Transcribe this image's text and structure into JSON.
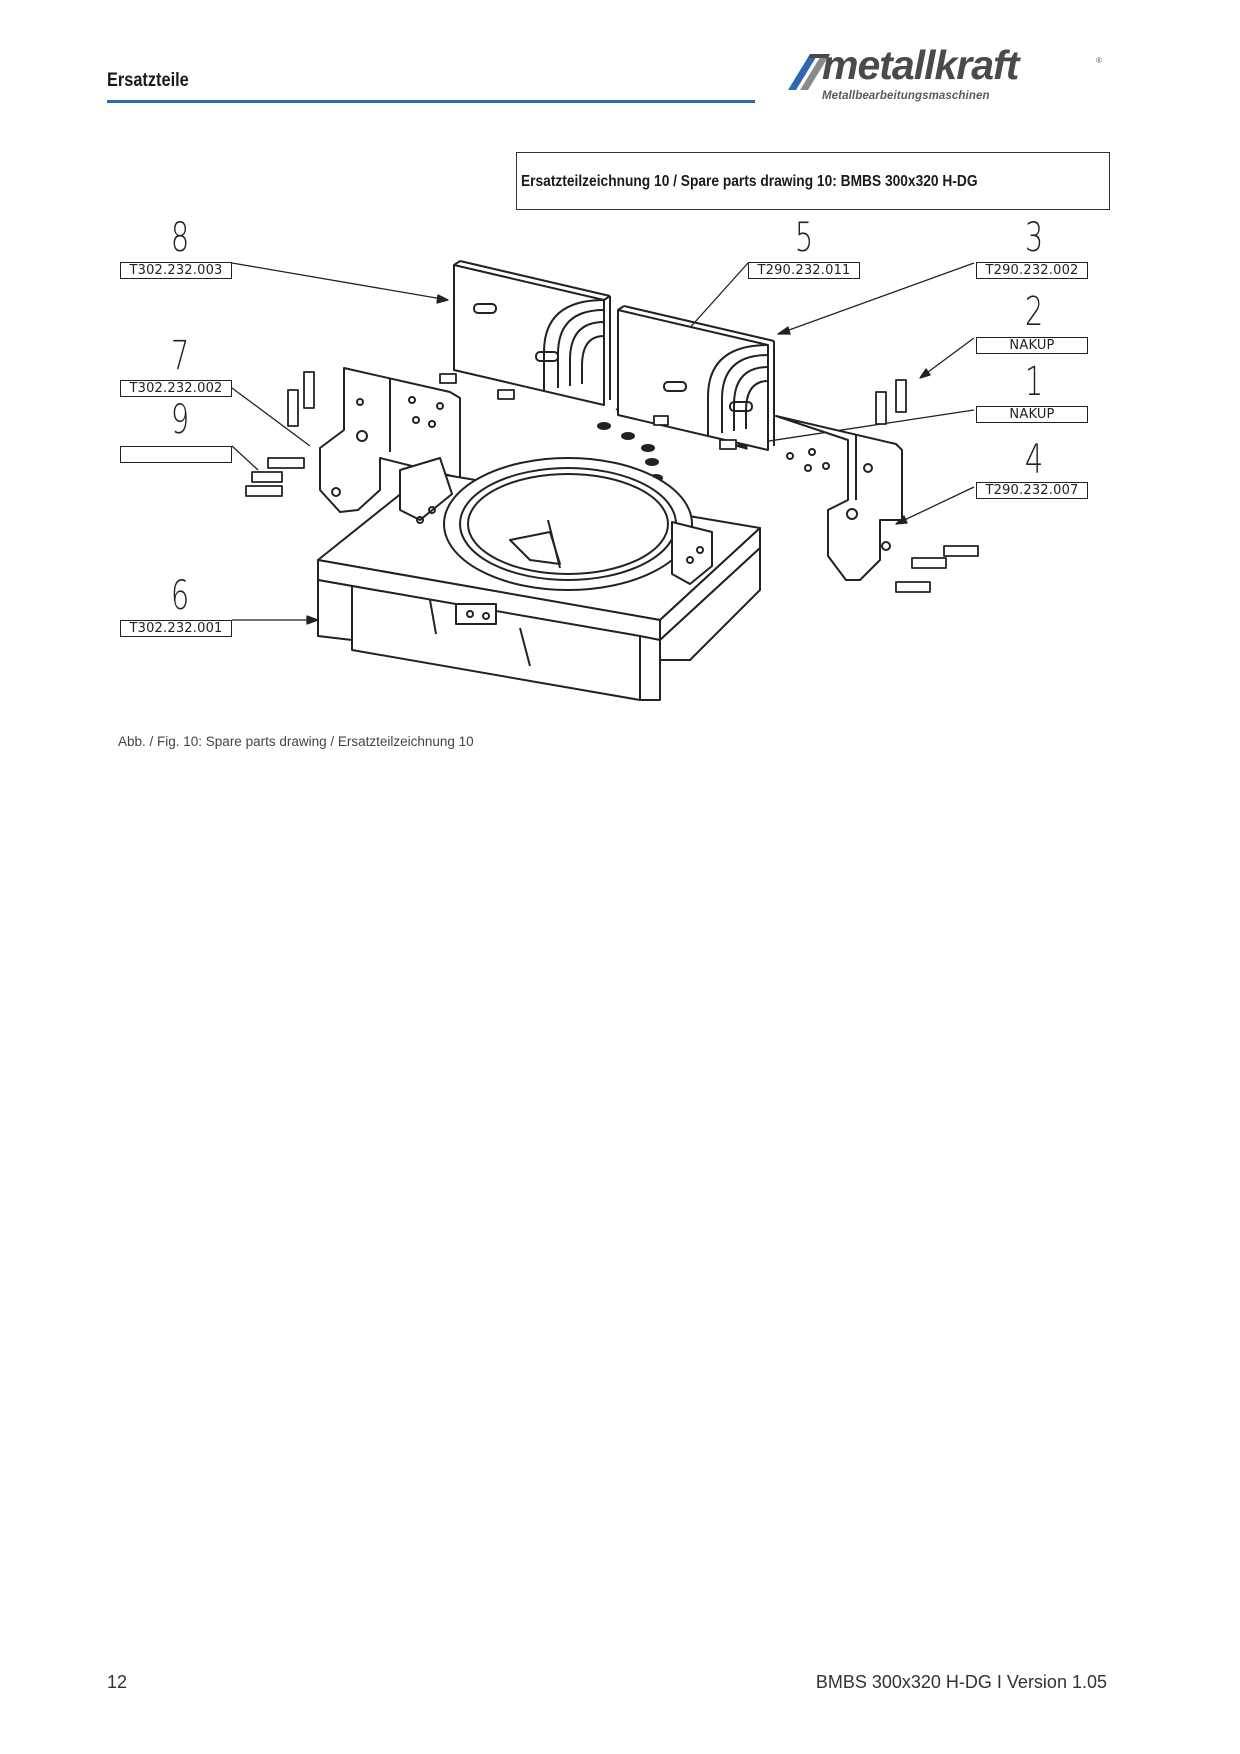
{
  "header": {
    "section_title": "Ersatzteile",
    "logo_text": "metallkraft",
    "logo_registered": "®",
    "logo_subtitle": "Metallbearbeitungsmaschinen",
    "logo_icon": "metallkraft-mark-icon",
    "accent_color": "#2f67b1"
  },
  "drawing": {
    "title": "Ersatzteilzeichnung 10 / Spare parts drawing 10: BMBS 300x320 H-DG",
    "callouts": [
      {
        "num": "8",
        "code": "T302.232.003"
      },
      {
        "num": "5",
        "code": "T290.232.011"
      },
      {
        "num": "3",
        "code": "T290.232.002"
      },
      {
        "num": "2",
        "code": "NAKUP"
      },
      {
        "num": "7",
        "code": "T302.232.002"
      },
      {
        "num": "1",
        "code": "NAKUP"
      },
      {
        "num": "9",
        "code": ""
      },
      {
        "num": "4",
        "code": "T290.232.007"
      },
      {
        "num": "6",
        "code": "T302.232.001"
      }
    ],
    "caption": "Abb. / Fig. 10: Spare parts drawing / Ersatzteilzeichnung  10"
  },
  "footer": {
    "page_number": "12",
    "document": "BMBS 300x320 H-DG I Version 1.05"
  }
}
